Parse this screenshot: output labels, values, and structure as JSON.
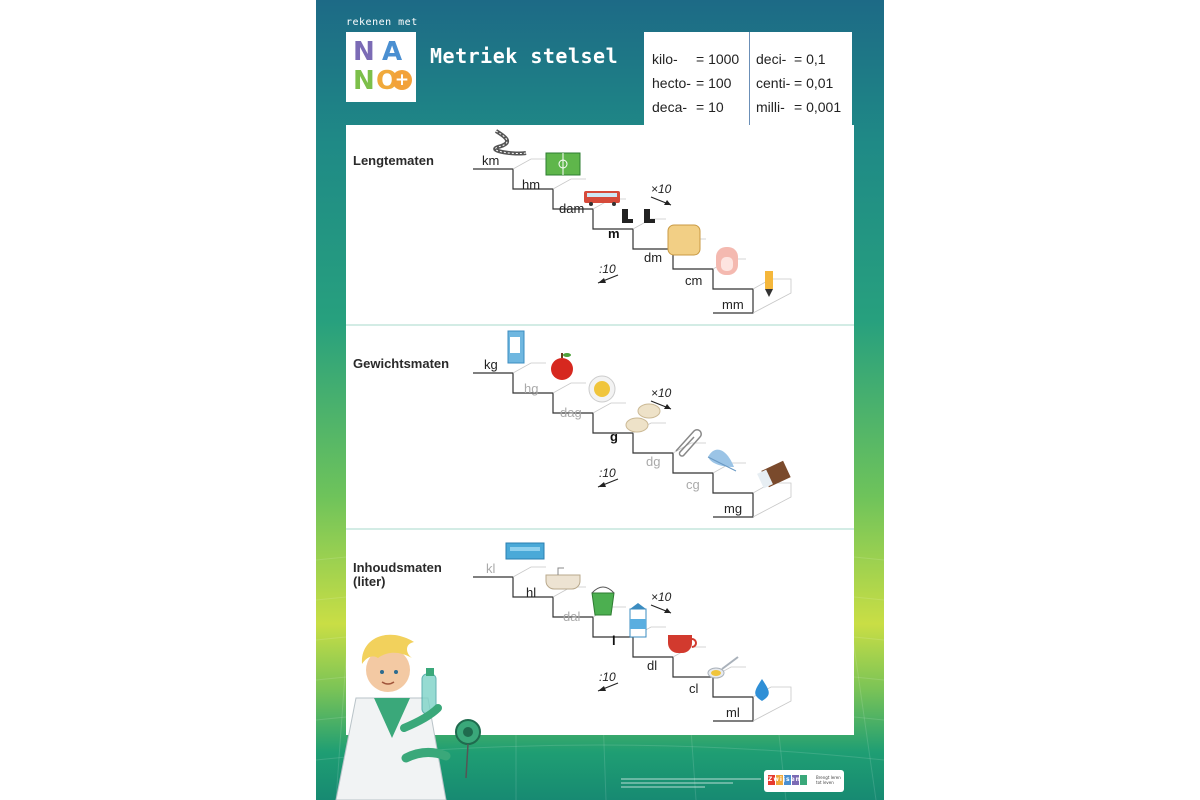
{
  "brand": {
    "small_label": "rekenen met",
    "logo_letters": [
      "N",
      "A",
      "N",
      "O",
      "+"
    ]
  },
  "title": "Metriek stelsel",
  "prefixes": [
    {
      "name": "kilo-",
      "value": "= 1000"
    },
    {
      "name": "hecto-",
      "value": "= 100"
    },
    {
      "name": "deca-",
      "value": "= 10"
    },
    {
      "name": "deci-",
      "value": "= 0,1"
    },
    {
      "name": "centi-",
      "value": "= 0,01"
    },
    {
      "name": "milli-",
      "value": "= 0,001"
    }
  ],
  "sections": [
    {
      "title": "Lengtematen",
      "units": [
        "km",
        "hm",
        "dam",
        "m",
        "dm",
        "cm",
        "mm"
      ],
      "icons": [
        "road-icon",
        "football-field-icon",
        "bus-icon",
        "boots-icon",
        "bread-icon",
        "fingernail-icon",
        "pencil-icon"
      ]
    },
    {
      "title": "Gewichtsmaten",
      "units": [
        "kg",
        "hg",
        "dag",
        "g",
        "dg",
        "cg",
        "mg"
      ],
      "icons": [
        "sugar-box-icon",
        "apple-icon",
        "coin-icon",
        "tablets-icon",
        "paperclip-icon",
        "feather-icon",
        "salt-shaker-icon"
      ]
    },
    {
      "title": "Inhoudsmaten",
      "subtitle": "(liter)",
      "units": [
        "kl",
        "hl",
        "dal",
        "l",
        "dl",
        "cl",
        "ml"
      ],
      "icons": [
        "water-tank-icon",
        "bathtub-icon",
        "bucket-icon",
        "milk-carton-icon",
        "tea-cup-icon",
        "spoon-icon",
        "water-drop-icon"
      ]
    }
  ],
  "multiply_label": "×10",
  "divide_label": ":10",
  "publisher": {
    "name": "Zwijsen",
    "tagline": "Brengt leren tot leven"
  },
  "colors": {
    "teal_top": "#1d6a86",
    "green_mid": "#27a07e",
    "lime": "#c9de45",
    "nano_purple": "#7b6bb5",
    "nano_blue": "#4a8fd1",
    "nano_green": "#7cbf4a",
    "nano_orange": "#f0a93b",
    "plus_orange": "#f2a23a"
  }
}
